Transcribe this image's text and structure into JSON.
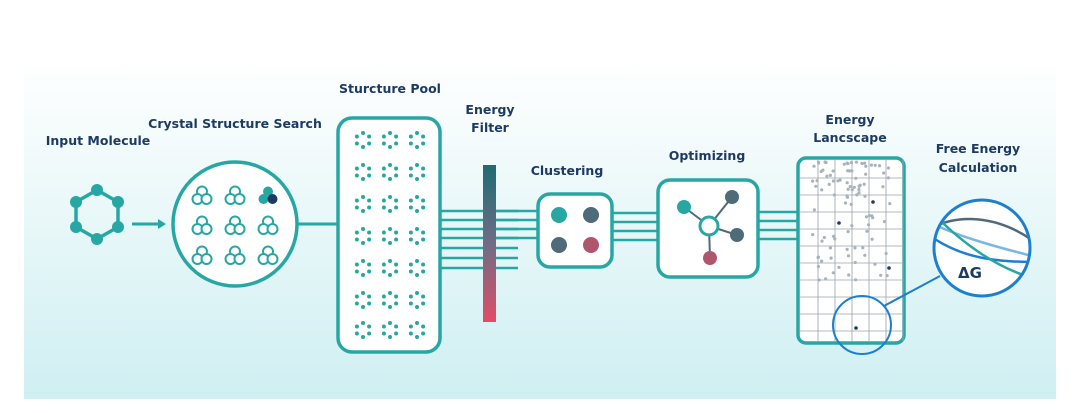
{
  "diagram": {
    "stages": {
      "input_molecule": "Input Molecule",
      "crystal_search": "Crystal Structure Search",
      "structure_pool": "Sturcture Pool",
      "energy_filter_1": "Energy",
      "energy_filter_2": "Filter",
      "clustering": "Clustering",
      "optimizing": "Optimizing",
      "energy_landscape_1": "Energy",
      "energy_landscape_2": "Lancscape",
      "free_energy_1": "Free Energy",
      "free_energy_2": "Calculation"
    },
    "delta_g": "ΔG"
  },
  "colors": {
    "teal": "#27a7a4",
    "navy": "#1d3a63",
    "grey": "#4f6a78",
    "rose": "#b0566c",
    "filter_top": "#1e6b73",
    "filter_bottom": "#e14c66",
    "magnifier_blue": "#1c7fd0",
    "background_top": "#ffffff",
    "background_bottom": "#cfeff2"
  }
}
